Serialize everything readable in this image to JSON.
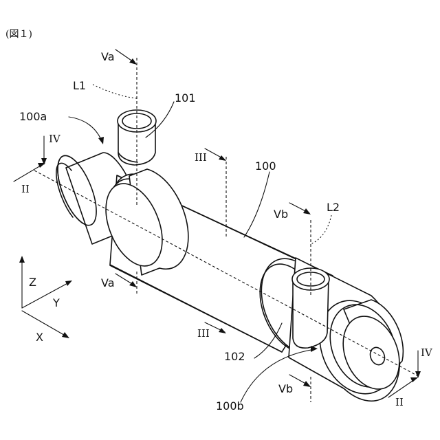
{
  "figure": {
    "caption": "(図１)"
  },
  "parts": {
    "pipe_body": "100",
    "end_left": "100a",
    "end_right": "100b",
    "nozzle_inlet": "101",
    "nozzle_outlet": "102"
  },
  "axes": {
    "line_1": "L1",
    "line_2": "L2"
  },
  "section_marks": {
    "II": "II",
    "III": "III",
    "IV": "IV",
    "Va": "Va",
    "Vb": "Vb"
  },
  "coordinate_system": {
    "z": "Z",
    "y": "Y",
    "x": "X"
  }
}
